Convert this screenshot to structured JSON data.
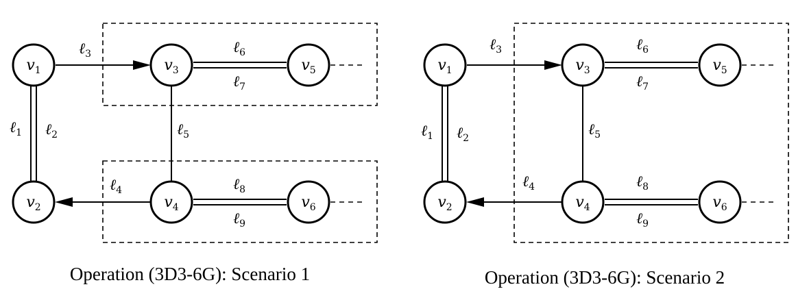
{
  "panels": [
    {
      "caption": "Operation (3D3-6G): Scenario 1",
      "nodes": [
        {
          "base": "v",
          "sub": "1"
        },
        {
          "base": "v",
          "sub": "2"
        },
        {
          "base": "v",
          "sub": "3"
        },
        {
          "base": "v",
          "sub": "4"
        },
        {
          "base": "v",
          "sub": "5"
        },
        {
          "base": "v",
          "sub": "6"
        }
      ],
      "edges": [
        {
          "base": "ℓ",
          "sub": "1"
        },
        {
          "base": "ℓ",
          "sub": "2"
        },
        {
          "base": "ℓ",
          "sub": "3"
        },
        {
          "base": "ℓ",
          "sub": "4"
        },
        {
          "base": "ℓ",
          "sub": "5"
        },
        {
          "base": "ℓ",
          "sub": "6"
        },
        {
          "base": "ℓ",
          "sub": "7"
        },
        {
          "base": "ℓ",
          "sub": "8"
        },
        {
          "base": "ℓ",
          "sub": "9"
        }
      ]
    },
    {
      "caption": "Operation (3D3-6G): Scenario 2",
      "nodes": [
        {
          "base": "v",
          "sub": "1"
        },
        {
          "base": "v",
          "sub": "2"
        },
        {
          "base": "v",
          "sub": "3"
        },
        {
          "base": "v",
          "sub": "4"
        },
        {
          "base": "v",
          "sub": "5"
        },
        {
          "base": "v",
          "sub": "6"
        }
      ],
      "edges": [
        {
          "base": "ℓ",
          "sub": "1"
        },
        {
          "base": "ℓ",
          "sub": "2"
        },
        {
          "base": "ℓ",
          "sub": "3"
        },
        {
          "base": "ℓ",
          "sub": "4"
        },
        {
          "base": "ℓ",
          "sub": "5"
        },
        {
          "base": "ℓ",
          "sub": "6"
        },
        {
          "base": "ℓ",
          "sub": "7"
        },
        {
          "base": "ℓ",
          "sub": "8"
        },
        {
          "base": "ℓ",
          "sub": "9"
        }
      ]
    }
  ]
}
